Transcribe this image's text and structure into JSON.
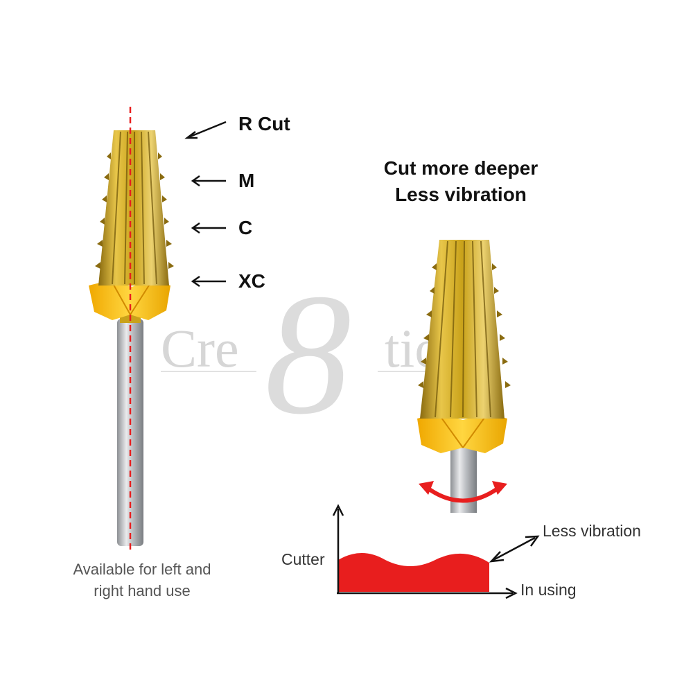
{
  "watermark": {
    "left_text": "Cre",
    "numeral": "8",
    "right_text": "tio"
  },
  "grit_labels": [
    {
      "name": "r-cut",
      "text": "R Cut"
    },
    {
      "name": "m",
      "text": "M"
    },
    {
      "name": "c",
      "text": "C"
    },
    {
      "name": "xc",
      "text": "XC"
    }
  ],
  "heading": {
    "line1": "Cut more deeper",
    "line2": "Less vibration"
  },
  "caption": {
    "line1": "Available for left and",
    "line2": "right hand use"
  },
  "chart": {
    "y_label": "Cutter",
    "x_label": "In using",
    "annotation": "Less vibration"
  },
  "colors": {
    "gold": "#c9a21a",
    "gold_light": "#ecd270",
    "gold_dark": "#8a6b10",
    "collar": "#f6c21b",
    "shank": "#b9bcc0",
    "accent_red": "#e81e1e",
    "text": "#111111"
  }
}
